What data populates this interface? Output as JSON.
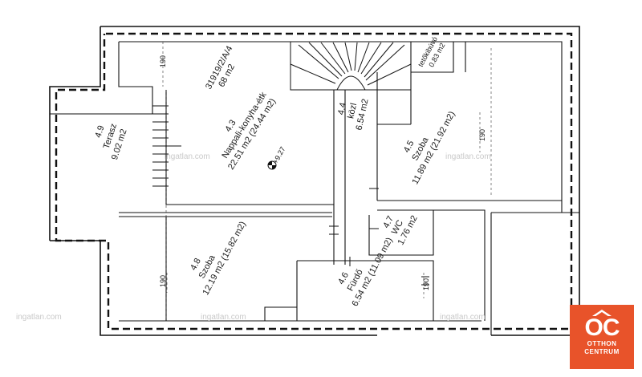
{
  "plan": {
    "parcel": "31919/2/A/4",
    "total_area": "68 m2",
    "level_mark": "+9.27",
    "dim_190": "190",
    "rooms": [
      {
        "id": "4.9",
        "name": "Terasz",
        "area": "9.02 m2"
      },
      {
        "id": "4.3",
        "name": "Nappali-konyha-étk",
        "area": "22.51 m2 (24.44 m2)"
      },
      {
        "id": "4.4",
        "name": "közl",
        "area": "6.54 m2"
      },
      {
        "id": "4.5",
        "name": "Szoba",
        "area": "11.89 m2 (21.92 m2)"
      },
      {
        "id": "4.7",
        "name": "WC",
        "area": "1.76 m2"
      },
      {
        "id": "4.8",
        "name": "Szoba",
        "area": "12.19 m2 (15.82 m2)"
      },
      {
        "id": "4.6",
        "name": "Fürdő",
        "area": "6.54 m2 (11.09 m2)"
      }
    ],
    "attic": {
      "name": "tetőkibúvó",
      "area": "0.83 m2"
    }
  },
  "watermark": "ingatlan.com",
  "logo": {
    "monogram": "OC",
    "line1": "OTTHON",
    "line2": "CENTRUM",
    "color": "#e8532a"
  }
}
